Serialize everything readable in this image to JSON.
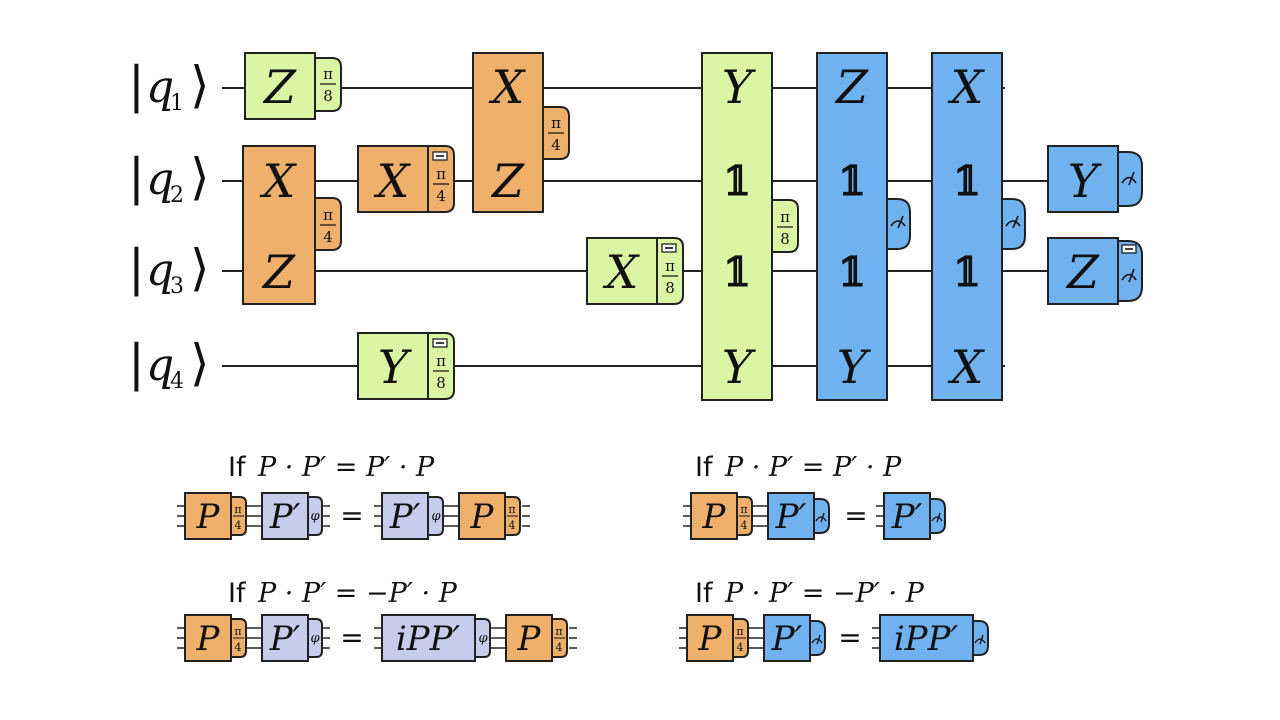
{
  "colors": {
    "green": "#dbf5a4",
    "orange": "#eeb06a",
    "blue": "#6fb2ef",
    "lavender": "#c8ccec"
  },
  "qubits": [
    {
      "label": "q",
      "sub": "1"
    },
    {
      "label": "q",
      "sub": "2"
    },
    {
      "label": "q",
      "sub": "3"
    },
    {
      "label": "q",
      "sub": "4"
    }
  ],
  "circuit": {
    "g1": {
      "op": "Z",
      "angle_num": "π",
      "angle_den": "8"
    },
    "g2": {
      "op_top": "X",
      "op_bottom": "Z",
      "angle_num": "π",
      "angle_den": "4"
    },
    "g3": {
      "op": "X",
      "angle_num": "π",
      "angle_den": "4",
      "sign": "−"
    },
    "g4": {
      "op": "Y",
      "angle_num": "π",
      "angle_den": "8",
      "sign": "−"
    },
    "g5": {
      "op_top": "X",
      "op_bottom": "Z",
      "angle_num": "π",
      "angle_den": "4"
    },
    "g6": {
      "op": "X",
      "angle_num": "π",
      "angle_den": "8",
      "sign": "−"
    },
    "g7": {
      "ops": [
        "Y",
        "𝟙",
        "𝟙",
        "Y"
      ],
      "angle_num": "π",
      "angle_den": "8"
    },
    "g8": {
      "ops": [
        "Z",
        "𝟙",
        "𝟙",
        "Y"
      ]
    },
    "g9": {
      "ops": [
        "X",
        "𝟙",
        "𝟙",
        "X"
      ]
    },
    "m1": {
      "op": "Y"
    },
    "m2": {
      "op": "Z",
      "sign": "−"
    }
  },
  "rules": {
    "commute_label": "If",
    "commute_eq": "P · P′ = P′ · P",
    "anticommute_label": "If",
    "anticommute_eq": "P · P′ = −P′ · P",
    "P": "P",
    "Pprime": "P′",
    "iPPprime": "iPP′",
    "equals": "=",
    "phi": "φ",
    "angle_num": "π",
    "angle_den": "4"
  }
}
